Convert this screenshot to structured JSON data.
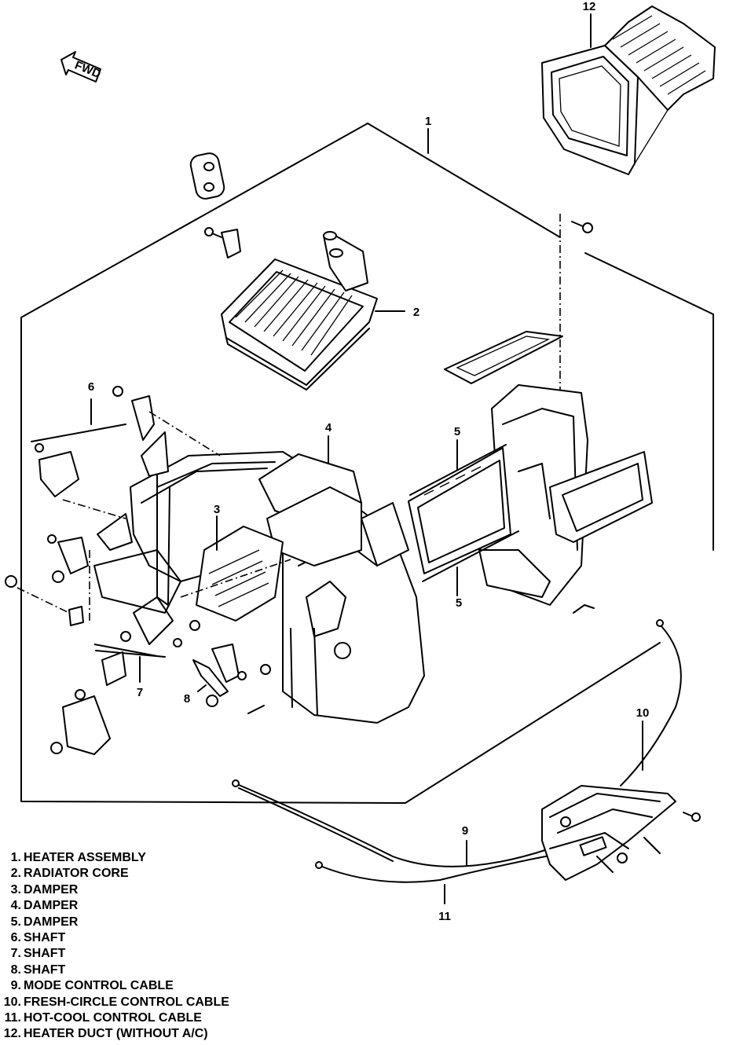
{
  "diagram": {
    "fwd_label": "FWD",
    "callouts": [
      "1",
      "2",
      "3",
      "4",
      "5",
      "5",
      "6",
      "7",
      "8",
      "9",
      "10",
      "11",
      "12"
    ]
  },
  "legend": [
    {
      "num": "1.",
      "text": "HEATER ASSEMBLY"
    },
    {
      "num": "2.",
      "text": "RADIATOR CORE"
    },
    {
      "num": "3.",
      "text": "DAMPER"
    },
    {
      "num": "4.",
      "text": "DAMPER"
    },
    {
      "num": "5.",
      "text": "DAMPER"
    },
    {
      "num": "6.",
      "text": "SHAFT"
    },
    {
      "num": "7.",
      "text": "SHAFT"
    },
    {
      "num": "8.",
      "text": "SHAFT"
    },
    {
      "num": "9.",
      "text": "MODE CONTROL CABLE"
    },
    {
      "num": "10.",
      "text": "FRESH-CIRCLE CONTROL CABLE"
    },
    {
      "num": "11.",
      "text": "HOT-COOL CONTROL CABLE"
    },
    {
      "num": "12.",
      "text": "HEATER DUCT (WITHOUT A/C)"
    }
  ]
}
